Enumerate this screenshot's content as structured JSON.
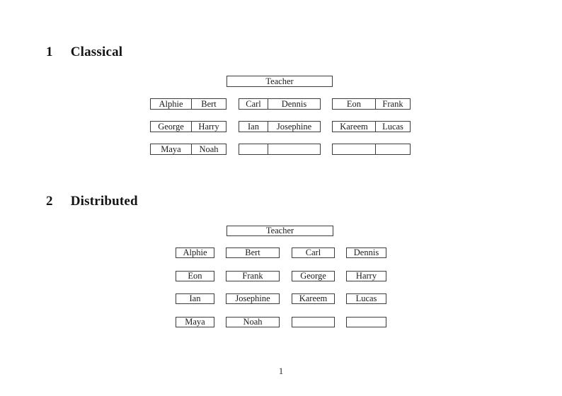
{
  "classical": {
    "heading_number": "1",
    "heading_title": "Classical",
    "teacher_label": "Teacher",
    "groups": [
      {
        "rows": [
          [
            "Alphie",
            "Bert"
          ],
          [
            "George",
            "Harry"
          ],
          [
            "Maya",
            "Noah"
          ]
        ]
      },
      {
        "rows": [
          [
            "Carl",
            "Dennis"
          ],
          [
            "Ian",
            "Josephine"
          ],
          [
            "",
            ""
          ]
        ]
      },
      {
        "rows": [
          [
            "Eon",
            "Frank"
          ],
          [
            "Kareem",
            "Lucas"
          ],
          [
            "",
            ""
          ]
        ]
      }
    ]
  },
  "distributed": {
    "heading_number": "2",
    "heading_title": "Distributed",
    "teacher_label": "Teacher",
    "rows": [
      [
        "Alphie",
        "Bert",
        "Carl",
        "Dennis"
      ],
      [
        "Eon",
        "Frank",
        "George",
        "Harry"
      ],
      [
        "Ian",
        "Josephine",
        "Kareem",
        "Lucas"
      ],
      [
        "Maya",
        "Noah",
        "",
        ""
      ]
    ]
  },
  "footer": {
    "page_number": "1"
  }
}
